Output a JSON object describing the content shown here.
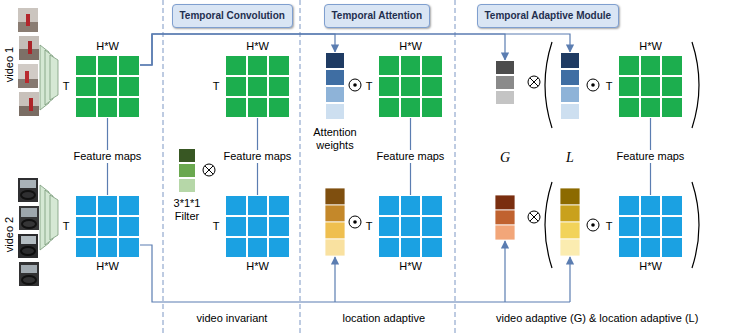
{
  "diagram": {
    "nodes": [
      {
        "text": [
          "H*W",
          "T"
        ]
      },
      {
        "text": [
          "T",
          "H*W"
        ]
      },
      {
        "text": [
          "Temporal Convolution"
        ]
      },
      {
        "text": [
          "H*W",
          "T"
        ]
      },
      {
        "text": [
          "3*1*1 Filter"
        ]
      },
      {
        "text": [
          "T",
          "H*W"
        ]
      },
      {
        "text": [
          "Temporal Attention"
        ]
      },
      {
        "text": [
          "Attention weights"
        ]
      },
      {
        "text": [
          "H*W",
          "T"
        ]
      },
      {
        "text": [
          "T",
          "H*W"
        ]
      },
      {
        "text": [
          "Temporal Adaptive Module"
        ]
      },
      {
        "text": [
          "G"
        ]
      },
      {
        "text": [
          "L"
        ]
      },
      {
        "text": [
          "H*W",
          "T"
        ]
      },
      {
        "text": [
          "T",
          "H*W"
        ]
      }
    ],
    "edges": [
      {
        "from": 0,
        "to": 1,
        "label": "Feature maps",
        "arrow": "none"
      },
      {
        "from": 3,
        "to": 5,
        "label": "Feature maps",
        "arrow": "none"
      },
      {
        "from": 8,
        "to": 9,
        "label": "Feature maps",
        "arrow": "none"
      },
      {
        "from": 13,
        "to": 14,
        "label": "Feature maps",
        "arrow": "none"
      },
      {
        "from": 0,
        "to": 7,
        "arrow": "to"
      },
      {
        "from": 0,
        "to": 11,
        "arrow": "to"
      },
      {
        "from": 0,
        "to": 12,
        "arrow": "to"
      }
    ],
    "labels": [
      "video 1",
      "video 2",
      "video invariant",
      "location adaptive",
      "video adaptive (G) & location adaptive (L)"
    ]
  }
}
